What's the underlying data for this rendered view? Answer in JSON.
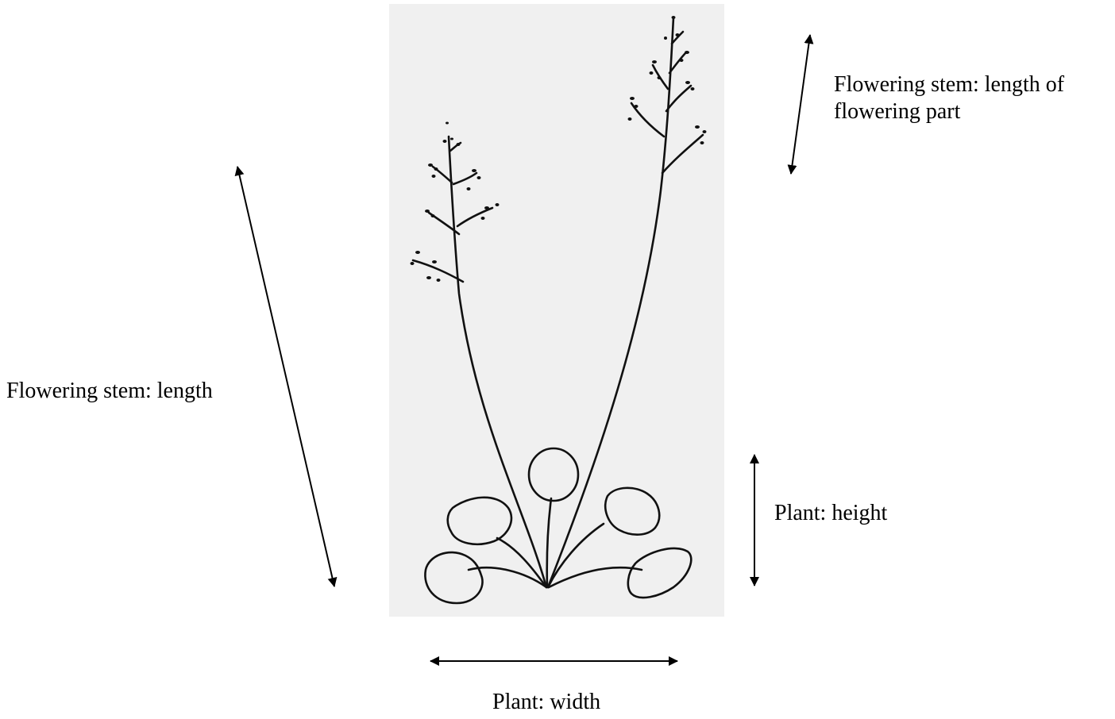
{
  "labels": {
    "flowering_part": "Flowering stem: length of\nflowering part",
    "stem_length": "Flowering stem: length",
    "plant_height": "Plant: height",
    "plant_width": "Plant: width"
  },
  "colors": {
    "ink": "#000000",
    "panel": "#f0f0f0",
    "background": "#ffffff"
  }
}
